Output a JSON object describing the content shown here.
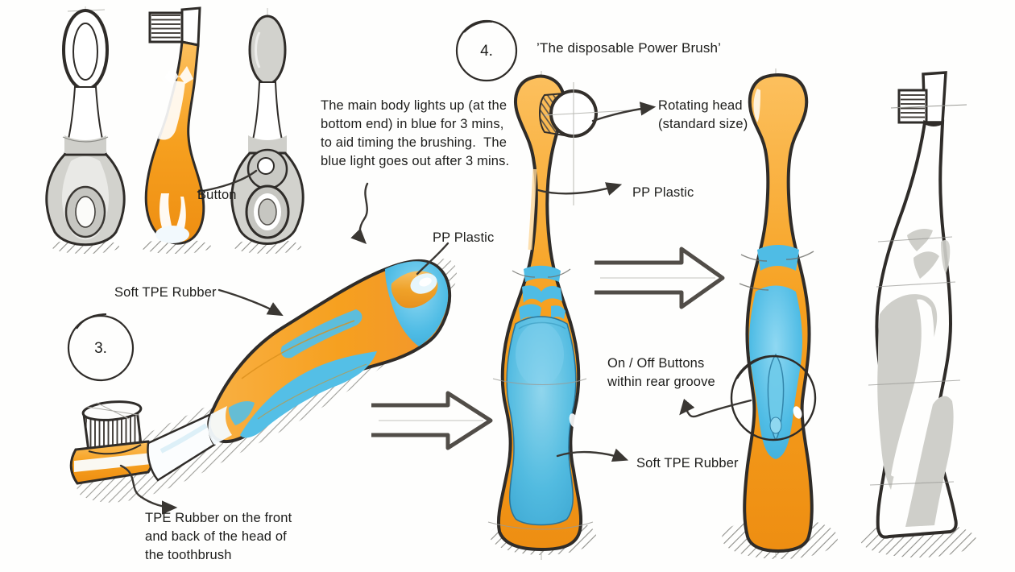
{
  "title": "’The disposable Power Brush’",
  "steps": {
    "three": "3.",
    "four": "4."
  },
  "labels": {
    "button": "Button",
    "pp_plastic_upper": "PP Plastic",
    "pp_plastic_side": "PP Plastic",
    "soft_tpe_side": "Soft TPE Rubber",
    "soft_tpe_front": "Soft TPE Rubber"
  },
  "notes": {
    "main_body": {
      "lines": [
        "The main body lights up (at the",
        "bottom end) in blue for 3 mins,",
        "to aid timing the brushing.  The",
        "blue light goes out after 3 mins."
      ]
    },
    "rotating_head": {
      "lines": [
        "Rotating head",
        "(standard size)"
      ]
    },
    "on_off": {
      "lines": [
        "On / Off Buttons",
        "within rear groove"
      ]
    },
    "tpe_head": {
      "lines": [
        "TPE Rubber on the front",
        "and back of the head of",
        "the toothbrush"
      ]
    }
  },
  "palette": {
    "orange": "#F6A01F",
    "blue": "#4FBCE5",
    "light_blue": "#D9F1FB",
    "sketch_gray": "#D2D2CD",
    "line": "#2F2C29"
  }
}
